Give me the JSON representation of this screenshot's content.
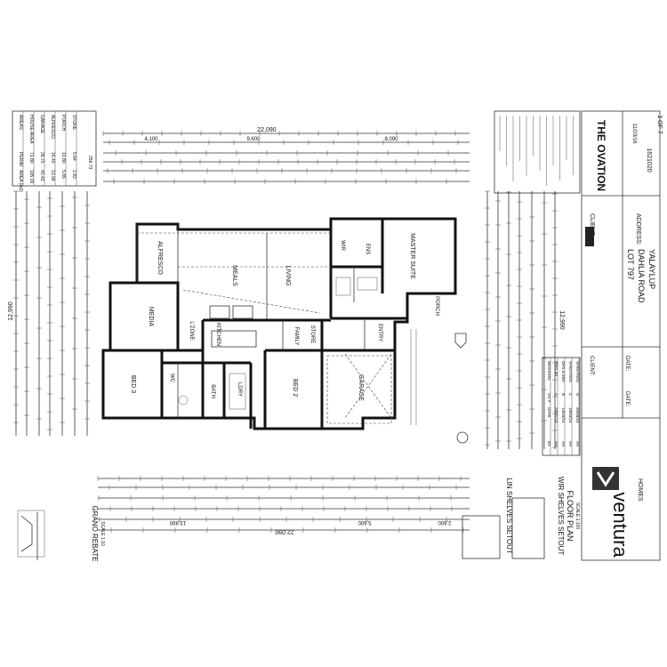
{
  "title_block": {
    "project": "THE OVATION",
    "address_label": "ADDRESS:",
    "address_lines": [
      "LOT 797",
      "DAHLIA ROAD",
      "YALAYLUP"
    ],
    "client_label": "CLIENT:",
    "date_label": "DATE:",
    "brand": "ventura",
    "brand_sub": "HOMES",
    "job_no": "1621020",
    "sheet": "1 OF 7",
    "scale": "1:100",
    "drawn_date": "11/03/16"
  },
  "floor_plan": {
    "heading": "FLOOR PLAN",
    "scale": "SCALE 1:100",
    "overall_width": "22,090",
    "overall_depth": "12,990",
    "segment_top": [
      "4,100",
      "9,600",
      "8,090"
    ],
    "segment_bottom": [
      "13,890",
      "5,600",
      "2,600"
    ]
  },
  "rooms": {
    "alfresco": "ALFRESCO",
    "media": "MEDIA",
    "meals": "MEALS",
    "living": "LIVING",
    "kitchen": "KITCHEN",
    "family": "FAMILY",
    "bed3": "BED 3",
    "bed2": "BED 2",
    "bath": "BATH",
    "wc": "WC",
    "ldry": "LDRY",
    "master_suite": "MASTER SUITE",
    "ens": "ENS",
    "wir": "WIR",
    "garage": "GARAGE",
    "entry": "ENTRY",
    "store": "STORE",
    "porch": "PORCH",
    "lzone": "L'ZONE"
  },
  "details": {
    "lin_shelves": "LIN SHELVES SETOUT",
    "wir_shelves": "WIR SHELVES SETOUT",
    "grano_rebate": "GRANO REBATE",
    "grano_scale": "SCALE 1:10"
  },
  "area_table": {
    "header": [
      "AREAS",
      "PERIM.",
      "AREA (m2)"
    ],
    "rows": [
      [
        "HOUSE AREA",
        "71.80",
        "195.00"
      ],
      [
        "GARAGE",
        "26.70",
        "40.42"
      ],
      [
        "ALFRESCO",
        "15.40",
        "13.99"
      ],
      [
        "PORCH",
        "10.80",
        "5.86"
      ],
      [
        "STORE",
        "5.84",
        "1.82"
      ]
    ],
    "total": "256.73"
  },
  "revision_table": {
    "header": [
      "REVISION",
      "VO #",
      "DATE",
      "BY"
    ],
    "rows": [
      [
        "PRELIM",
        "A",
        "28/01/16",
        "AH"
      ],
      [
        "DRS & EBA",
        "B",
        "14/03/16",
        "AH"
      ],
      [
        "VARIATION",
        "C",
        "18/03/16",
        "AH"
      ],
      [
        "VARIATION",
        "D",
        "25/03/16",
        "AH"
      ]
    ]
  },
  "colors": {
    "ink": "#111111",
    "paper": "#ffffff",
    "brand_box": "#333333"
  }
}
